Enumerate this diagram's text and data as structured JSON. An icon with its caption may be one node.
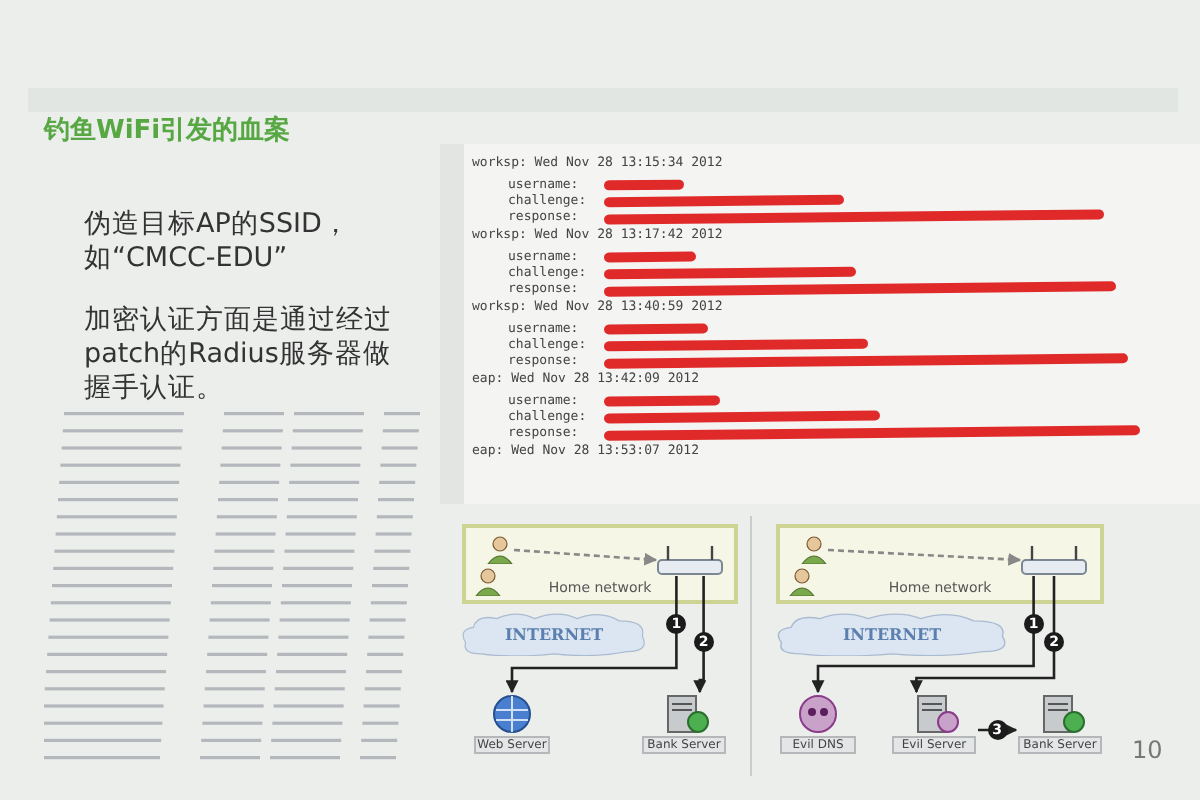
{
  "diagram": {
    "title": "钓鱼WiFi引发的血案",
    "nodes": [
      {
        "text": [
          "Home network"
        ]
      },
      {
        "text": [],
        "shape": "person",
        "in": 0
      },
      {
        "text": [],
        "shape": "person",
        "in": 0
      },
      {
        "text": [],
        "shape": "router",
        "in": 0
      },
      {
        "text": [
          "INTERNET"
        ]
      },
      {
        "text": [
          "Web Server"
        ]
      },
      {
        "text": [
          "Bank Server"
        ]
      },
      {
        "text": [
          "Home network"
        ]
      },
      {
        "text": [],
        "shape": "person",
        "in": 7
      },
      {
        "text": [],
        "shape": "person",
        "in": 7
      },
      {
        "text": [],
        "shape": "router",
        "in": 7
      },
      {
        "text": [
          "INTERNET"
        ]
      },
      {
        "text": [
          "Evil DNS"
        ]
      },
      {
        "text": [
          "Evil Server"
        ]
      },
      {
        "text": [
          "Bank Server"
        ]
      }
    ],
    "edges": [
      {
        "from": 1,
        "to": 3,
        "arrow": "to",
        "style": "dashed",
        "color": "#888888"
      },
      {
        "from": 3,
        "to": 5,
        "arrow": "to",
        "label": "1"
      },
      {
        "from": 3,
        "to": 6,
        "arrow": "to",
        "label": "2"
      },
      {
        "from": 8,
        "to": 10,
        "arrow": "to",
        "style": "dashed",
        "color": "#888888"
      },
      {
        "from": 10,
        "to": 12,
        "arrow": "to",
        "label": "1"
      },
      {
        "from": 10,
        "to": 13,
        "arrow": "to",
        "label": "2"
      },
      {
        "from": 13,
        "to": 14,
        "arrow": "to",
        "label": "3"
      }
    ],
    "labels": [
      "伪造目标AP的SSID，如“CMCC-EDU”",
      "加密认证方面是通过经过patch的Radius服务器做握手认证。",
      "worksp: Wed Nov 28 13:15:34 2012",
      "username:",
      "challenge:",
      "response:",
      "worksp: Wed Nov 28 13:17:42 2012",
      "username:",
      "challenge:",
      "response:",
      "worksp: Wed Nov 28 13:40:59 2012",
      "username:",
      "challenge:",
      "response:",
      "eap: Wed Nov 28 13:42:09 2012",
      "username:",
      "challenge:",
      "response:",
      "eap: Wed Nov 28 13:53:07 2012",
      "10"
    ]
  }
}
